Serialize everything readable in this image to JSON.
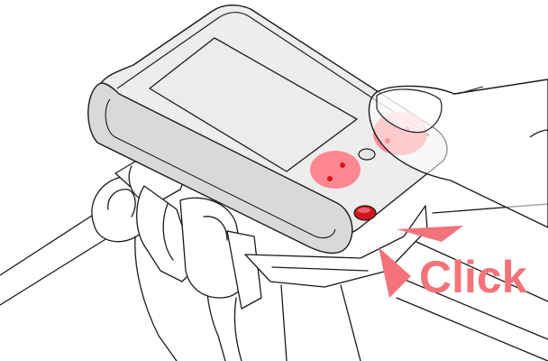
{
  "callout": {
    "label": "Click"
  },
  "icons": {
    "finger": "pointing-finger",
    "device": "bike-computer",
    "mount": "handlebar-mount",
    "arrows": "inward-pointing-arrows"
  },
  "colors": {
    "accent": "#f4727a",
    "button_dot": "#d8141b",
    "highlight": "#ff7b86",
    "device_body": "#ebebeb",
    "device_edge": "#c9c9c9",
    "finger_fill": "#ffffff",
    "line": "#1a1a1a"
  }
}
